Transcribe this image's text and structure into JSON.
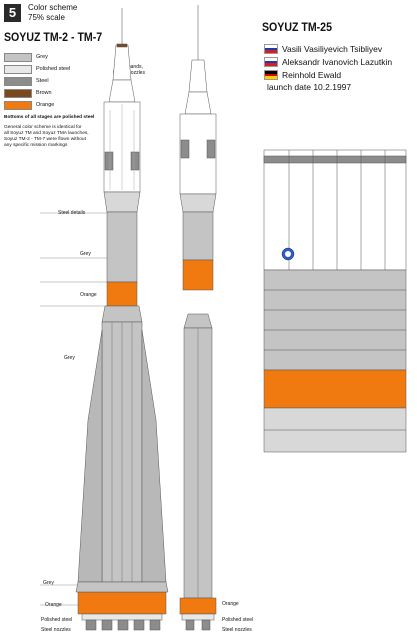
{
  "header": {
    "number": "5",
    "line1": "Color scheme",
    "line2": "75% scale"
  },
  "title_left": "SOYUZ TM-2 - TM-7",
  "legend": [
    {
      "label": "Grey",
      "color": "#c4c4c4"
    },
    {
      "label": "Polished steel",
      "color": "#e8e8e8"
    },
    {
      "label": "Steel",
      "color": "#8c8c8c"
    },
    {
      "label": "Brown",
      "color": "#7a4a1e"
    },
    {
      "label": "Orange",
      "color": "#f07a10"
    }
  ],
  "notes": {
    "bottoms": "Bottoms of all stages are polished steel",
    "general": [
      "General color scheme is identical for",
      "all Soyuz TM and Soyuz TMA launches,",
      "Soyuz TM-2 - TM-7 were flown without",
      "any specific mission markings"
    ]
  },
  "callouts": {
    "steel_bands": "Steel bands,",
    "brown_nozzles": "brown nozzles",
    "steel_details": "Steel details",
    "grey": "Grey",
    "orange": "Orange",
    "grey2": "Grey",
    "grey_bottom": "Grey",
    "orange_bottom": "Orange",
    "polished_steel": "Polished steel",
    "steel_nozzles": "Steel nozzles",
    "orange_right": "Orange",
    "polished_steel_right": "Polished steel",
    "steel_nozzles_right": "Steel nozzles"
  },
  "mission": {
    "title": "SOYUZ TM-25",
    "crew": [
      {
        "name": "Vasili Vasiliyevich Tsibliyev",
        "flag": [
          "#ffffff",
          "#1c3aa8",
          "#d21f1f"
        ]
      },
      {
        "name": "Aleksandr Ivanovich Lazutkin",
        "flag": [
          "#ffffff",
          "#1c3aa8",
          "#d21f1f"
        ]
      },
      {
        "name": "Reinhold Ewald",
        "flag": [
          "#000000",
          "#dd0000",
          "#ffce00"
        ]
      }
    ],
    "launch": "launch date 10.2.1997"
  },
  "colors": {
    "orange": "#f07a10",
    "grey": "#c4c4c4",
    "dark_grey": "#8c8c8c",
    "line": "#555555"
  }
}
